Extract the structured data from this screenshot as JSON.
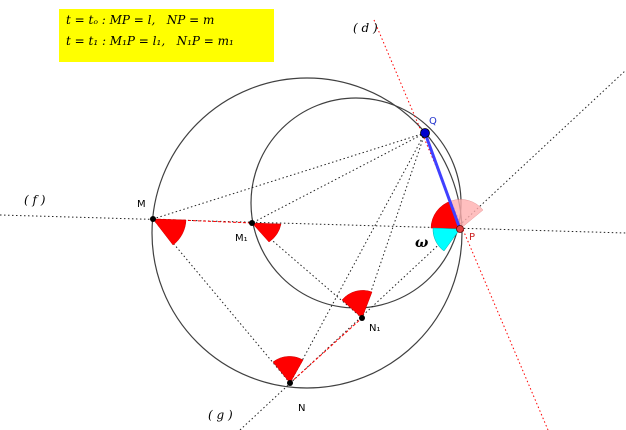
{
  "info": {
    "line1": "t = tₒ : MP = l,   NP = m",
    "line2": "t = t₁ : M₁P = l₁,   N₁P = m₁"
  },
  "points": {
    "M": "M",
    "M1": "M₁",
    "N": "N",
    "N1": "N₁",
    "P": "P",
    "Q": "Q"
  },
  "lines": {
    "d": "( d )",
    "f": "( f )",
    "g": "( g )"
  },
  "angle": {
    "omega": "ω"
  },
  "colors": {
    "background": "#ffffff",
    "infobox": "#ffff00",
    "circle": "#404040",
    "angle_fill": "#ff0000",
    "omega_fill": "#00ffff",
    "segment_PQ": "#4040ff",
    "line_d": "#ff0000",
    "point_Q": "#0000cc",
    "point_P": "#cc2222"
  }
}
